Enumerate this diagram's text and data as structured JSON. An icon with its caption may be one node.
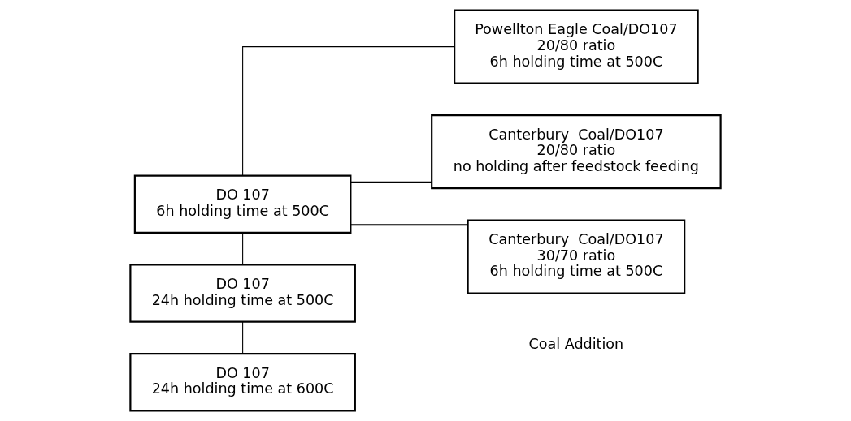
{
  "diagram": {
    "nodes": [
      {
        "text": [
          "DO 107",
          "6h holding time at 500C"
        ]
      },
      {
        "text": [
          "DO 107",
          "24h holding time at 500C"
        ]
      },
      {
        "text": [
          "DO 107",
          "24h holding time at 600C"
        ]
      },
      {
        "text": [
          "Powellton Eagle Coal/DO107",
          "20/80 ratio",
          "6h holding time at 500C"
        ]
      },
      {
        "text": [
          "Canterbury  Coal/DO107",
          "20/80 ratio",
          "no holding after feedstock feeding"
        ]
      },
      {
        "text": [
          "Canterbury  Coal/DO107",
          "30/70 ratio",
          "6h holding time at 500C"
        ]
      }
    ],
    "edges": [
      {
        "from": 0,
        "to": 1,
        "arrow": "none"
      },
      {
        "from": 1,
        "to": 2,
        "arrow": "none"
      },
      {
        "from": 0,
        "to": 3,
        "arrow": "none"
      },
      {
        "from": 0,
        "to": 4,
        "arrow": "none"
      },
      {
        "from": 0,
        "to": 5,
        "arrow": "none"
      }
    ],
    "labels": [
      "Coal Addition"
    ]
  }
}
